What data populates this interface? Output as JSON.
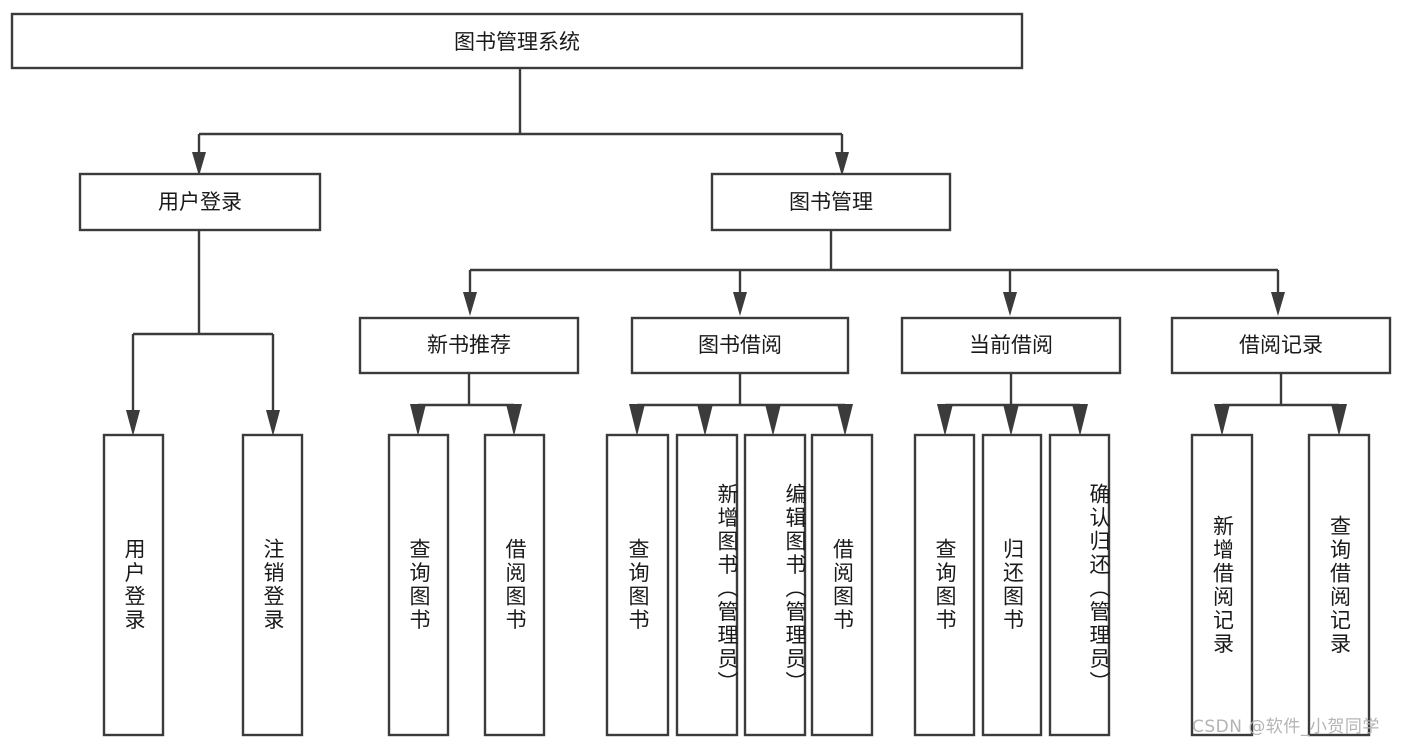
{
  "diagram": {
    "title": "图书管理系统",
    "type": "tree-hierarchy-functional-structure",
    "root": {
      "label": "图书管理系统"
    },
    "level2": [
      {
        "label": "用户登录"
      },
      {
        "label": "图书管理"
      }
    ],
    "level3": [
      {
        "label": "新书推荐"
      },
      {
        "label": "图书借阅"
      },
      {
        "label": "当前借阅"
      },
      {
        "label": "借阅记录"
      }
    ],
    "leaves": {
      "user_login": [
        {
          "label": "用户登录"
        },
        {
          "label": "注销登录"
        }
      ],
      "new_book_recommend": [
        {
          "label": "查询图书"
        },
        {
          "label": "借阅图书"
        }
      ],
      "book_borrow": [
        {
          "label": "查询图书"
        },
        {
          "label": "新增图书（管理员）"
        },
        {
          "label": "编辑图书（管理员）"
        },
        {
          "label": "借阅图书"
        }
      ],
      "current_borrow": [
        {
          "label": "查询图书"
        },
        {
          "label": "归还图书"
        },
        {
          "label": "确认归还（管理员）"
        }
      ],
      "borrow_record": [
        {
          "label": "新增借阅记录"
        },
        {
          "label": "查询借阅记录"
        }
      ]
    },
    "watermark": "CSDN @软件_小贺同学",
    "colors": {
      "stroke": "#3b3b3b",
      "fill": "#ffffff",
      "text": "#1a1a1a",
      "watermark": "#b4b4b4"
    }
  }
}
